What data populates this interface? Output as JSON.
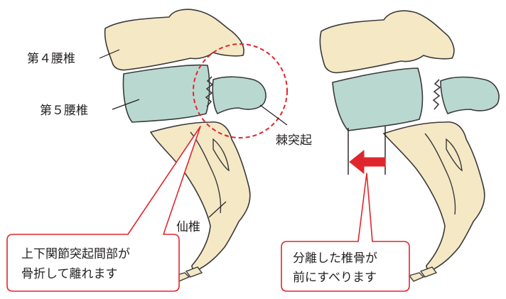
{
  "labels": {
    "l4": "第４腰椎",
    "l5": "第５腰椎",
    "spinous_process": "棘突起",
    "sacrum": "仙椎"
  },
  "callouts": {
    "left": {
      "line1": "上下関節突起間部が",
      "line2": "骨折して離れます"
    },
    "right": {
      "line1": "分離した椎骨が",
      "line2": "前にすべります"
    }
  },
  "colors": {
    "bone": "#f5e8c5",
    "disc_vertebra": "#b9d8d0",
    "outline": "#3a3a3a",
    "accent_red": "#e0262d"
  },
  "icons": {
    "shift": "left-arrow-icon",
    "highlight": "dashed-circle"
  }
}
